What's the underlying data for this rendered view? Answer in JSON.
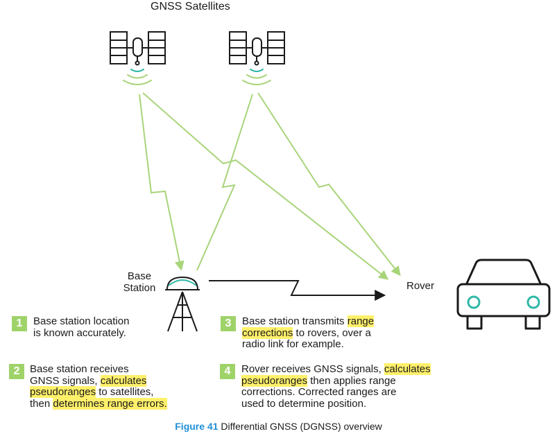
{
  "title": "GNSS Satellites",
  "base_station": {
    "line1": "Base",
    "line2": "Station"
  },
  "rover": "Rover",
  "steps": [
    {
      "num": "1",
      "parts": [
        {
          "text": "Base station location",
          "hl": false
        },
        {
          "text": "is known accurately.",
          "hl": false,
          "br": true
        }
      ]
    },
    {
      "num": "2",
      "parts": [
        {
          "text": "Base station receives",
          "hl": false
        },
        {
          "text": "GNSS signals, ",
          "hl": false,
          "br": true
        },
        {
          "text": "calculates",
          "hl": true
        },
        {
          "text": "pseudoranges",
          "hl": true,
          "br": true
        },
        {
          "text": " to satellites,",
          "hl": false
        },
        {
          "text": "then ",
          "hl": false,
          "br": true
        },
        {
          "text": "determines range errors.",
          "hl": true
        }
      ]
    },
    {
      "num": "3",
      "parts": [
        {
          "text": "Base station transmits ",
          "hl": false
        },
        {
          "text": "range",
          "hl": true
        },
        {
          "text": "corrections",
          "hl": true,
          "br": true
        },
        {
          "text": " to rovers, over a",
          "hl": false
        },
        {
          "text": "radio link for example.",
          "hl": false,
          "br": true
        }
      ]
    },
    {
      "num": "4",
      "parts": [
        {
          "text": "Rover receives GNSS signals, ",
          "hl": false
        },
        {
          "text": "calculates",
          "hl": true
        },
        {
          "text": "pseudoranges",
          "hl": true,
          "br": true
        },
        {
          "text": " then applies range",
          "hl": false
        },
        {
          "text": "corrections. Corrected ranges are",
          "hl": false,
          "br": true
        },
        {
          "text": "used to determine position.",
          "hl": false,
          "br": true
        }
      ]
    }
  ],
  "caption": {
    "bold": "Figure 41",
    "text": " Differential GNSS (DGNSS) overview"
  },
  "colors": {
    "signal": "#a8d47a",
    "accent_teal": "#2fb8a8",
    "badge": "#9fd36a",
    "highlight": "#fff06a",
    "caption_blue": "#1f8fd8"
  }
}
